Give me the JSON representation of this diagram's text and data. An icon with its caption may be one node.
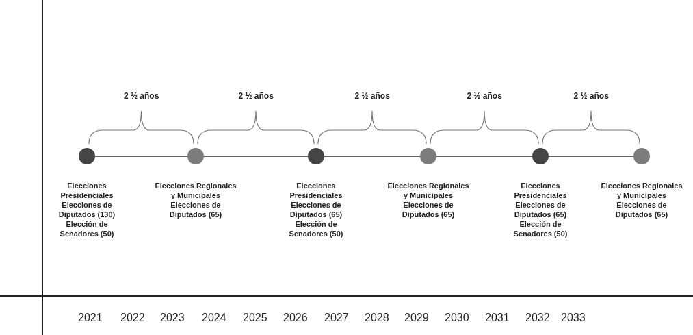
{
  "diagram": {
    "nodes": [
      {
        "text": [],
        "shape": "circle",
        "beside": [
          "Elecciones Presidenciales",
          "Elecciones de Diputados (130)",
          "Elección de Senadores (50)"
        ]
      },
      {
        "text": [],
        "shape": "circle",
        "beside": [
          "Elecciones Regionales y Municipales",
          "Elecciones de Diputados (65)"
        ]
      },
      {
        "text": [],
        "shape": "circle",
        "beside": [
          "Elecciones Presidenciales",
          "Elecciones de Diputados (65)",
          "Elección de Senadores (50)"
        ]
      },
      {
        "text": [],
        "shape": "circle",
        "beside": [
          "Elecciones Regionales y Municipales",
          "Elecciones de Diputados (65)"
        ]
      },
      {
        "text": [],
        "shape": "circle",
        "beside": [
          "Elecciones Presidenciales",
          "Elecciones de Diputados (65)",
          "Elección de Senadores (50)"
        ]
      },
      {
        "text": [],
        "shape": "circle",
        "beside": [
          "Elecciones Regionales y Municipales",
          "Elecciones de Diputados (65)"
        ]
      }
    ],
    "edges": [
      {
        "from": 0,
        "to": 1,
        "arrow": "none"
      },
      {
        "from": 1,
        "to": 2,
        "arrow": "none"
      },
      {
        "from": 2,
        "to": 3,
        "arrow": "none"
      },
      {
        "from": 3,
        "to": 4,
        "arrow": "none"
      },
      {
        "from": 4,
        "to": 5,
        "arrow": "none"
      }
    ],
    "labels": [
      "2 ½ años",
      "2 ½ años",
      "2 ½ años",
      "2 ½ años",
      "2 ½ años",
      "2021",
      "2022",
      "2023",
      "2024",
      "2025",
      "2026",
      "2027",
      "2028",
      "2029",
      "2030",
      "2031",
      "2032",
      "2033"
    ]
  }
}
